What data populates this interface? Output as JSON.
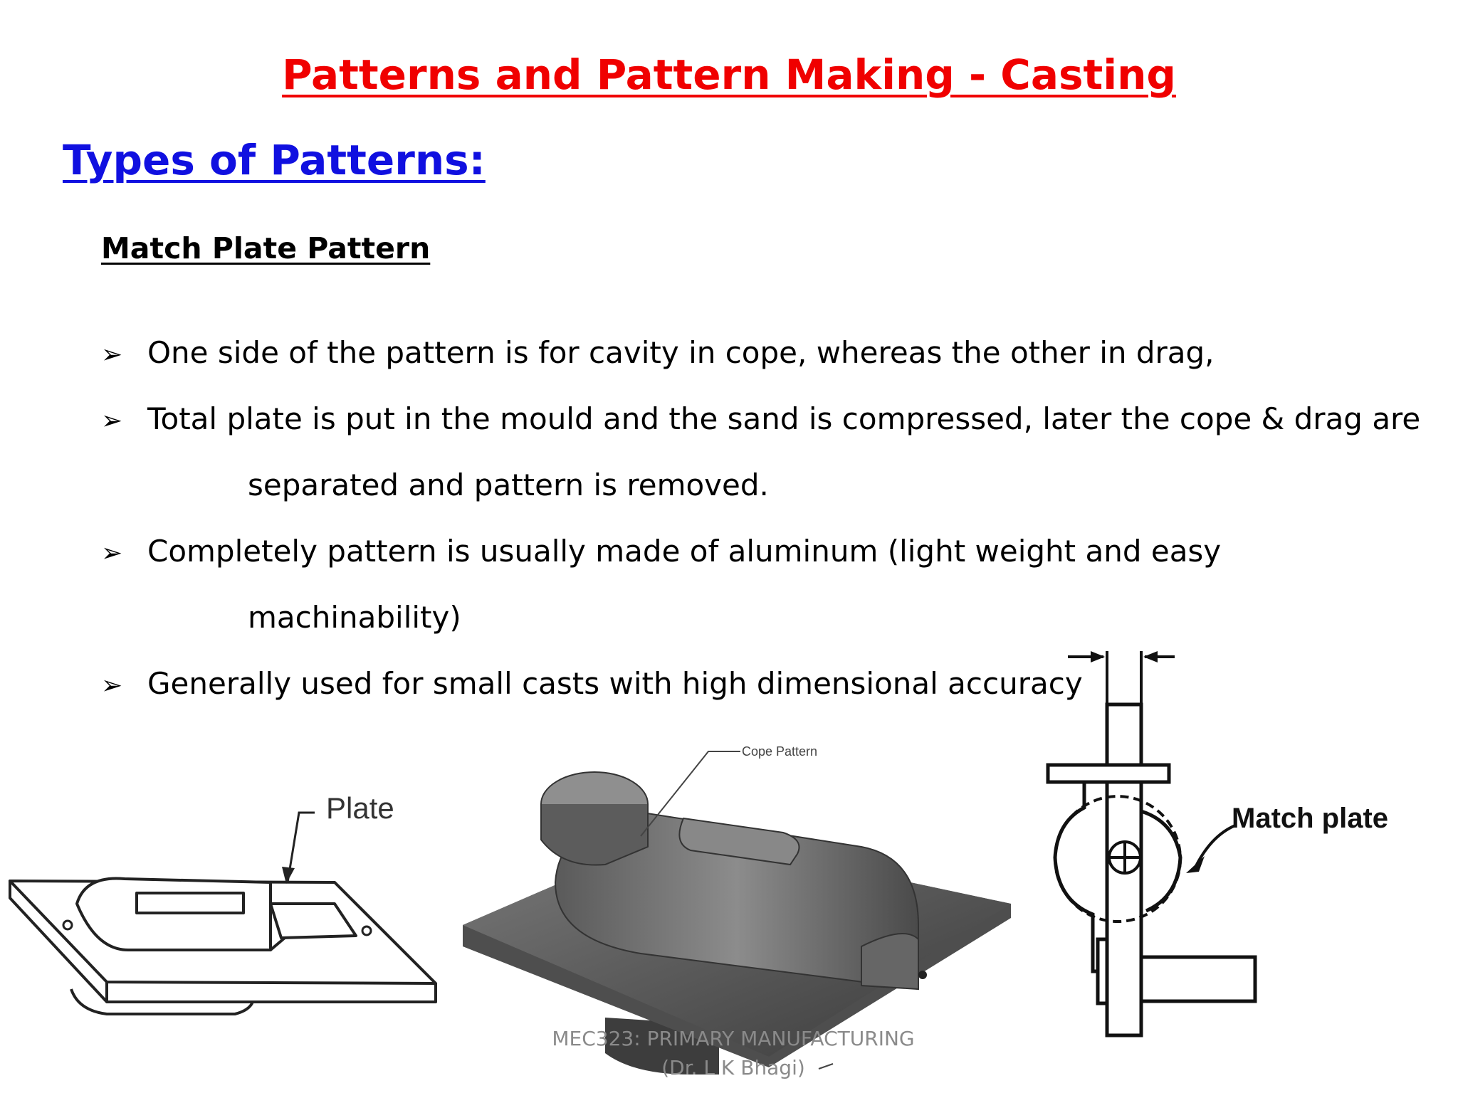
{
  "slide": {
    "title": "Patterns and Pattern Making - Casting",
    "subtitle": "Types of Patterns:",
    "section_heading": "Match Plate Pattern",
    "bullets": [
      "One side of the pattern is for cavity in cope, whereas the other in drag,",
      "Total plate is put in the mould and the sand is compressed, later the cope & drag are",
      "separated and pattern is removed.",
      "Completely pattern is usually made of aluminum (light weight and easy",
      "machinability)",
      "Generally used for small  casts with high dimensional accuracy"
    ],
    "bullet_marker": "➢"
  },
  "figures": {
    "plate_label": "Plate",
    "cope_pattern_label": "Cope Pattern",
    "match_plate_label": "Match plate"
  },
  "footer": {
    "course": "MEC323: PRIMARY MANUFACTURING",
    "author": "(Dr. L K Bhagi)"
  },
  "colors": {
    "title": "#f00000",
    "subtitle": "#1010e0",
    "body_text": "#000000",
    "footer": "#8a8a8a"
  }
}
